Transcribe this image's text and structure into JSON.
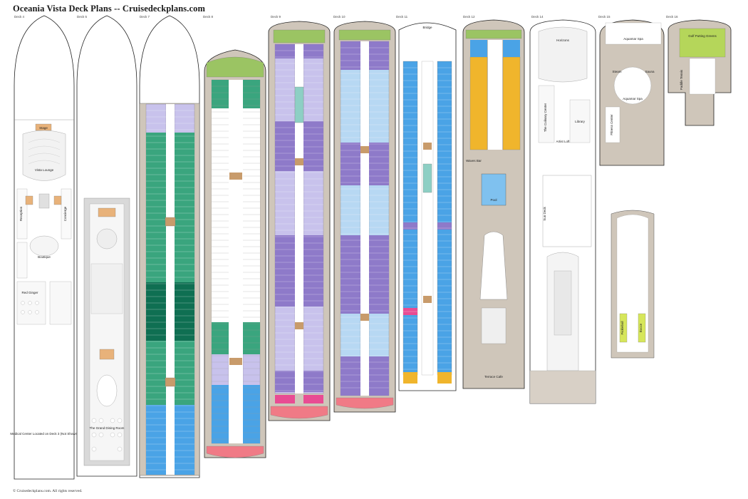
{
  "header": {
    "title": "Oceania Vista Deck Plans -- Cruisedeckplans.com"
  },
  "footer": {
    "copyright": "© Cruisedeckplans.com. All rights reserved."
  },
  "decks": [
    {
      "label": "Deck 4"
    },
    {
      "label": "Deck 5"
    },
    {
      "label": "Deck 7"
    },
    {
      "label": "Deck 8"
    },
    {
      "label": "Deck 9"
    },
    {
      "label": "Deck 10"
    },
    {
      "label": "Deck 11"
    },
    {
      "label": "Deck 12"
    },
    {
      "label": "Deck 14"
    },
    {
      "label": "Deck 15"
    },
    {
      "label": "Deck 16"
    }
  ],
  "venues": {
    "stage": "Stage",
    "vista_lounge": "Vista Lounge",
    "reception": "Reception",
    "concierge": "Concierge",
    "boutique": "Boutique",
    "red_ginger": "Red Ginger",
    "medical_center": "Medical Center Located on Deck 3 (Not Shown)",
    "grand_dining_room": "The Grand Dining Room",
    "bridge": "Bridge",
    "waves_bar": "Waves Bar",
    "pool": "Pool",
    "terrace_cafe": "Terrace Cafe",
    "horizons": "Horizons",
    "culinary_center": "The Culinary Center",
    "library": "Library",
    "artists_loft": "Artist Loft",
    "aquamar_spa": "Aquamar Spa",
    "fitness_center": "Fitness Center",
    "sauna": "Sauna",
    "steam": "Steam",
    "sun_deck": "Sun Deck",
    "golf": "Golf Putting Greens",
    "paddle": "Paddle Tennis",
    "pickleball": "Pickleball",
    "bocce": "Bocce"
  },
  "colors": {
    "teal": "#3aa57e",
    "dark_teal": "#0f6f52",
    "blue": "#4aa3e6",
    "purple": "#8e7ac9",
    "lavender": "#c8c2ec",
    "light_blue": "#b7d8f3",
    "pink": "#f07a86",
    "green": "#9bc463",
    "orange": "#f0b52c",
    "teak": "#b9aa98"
  }
}
